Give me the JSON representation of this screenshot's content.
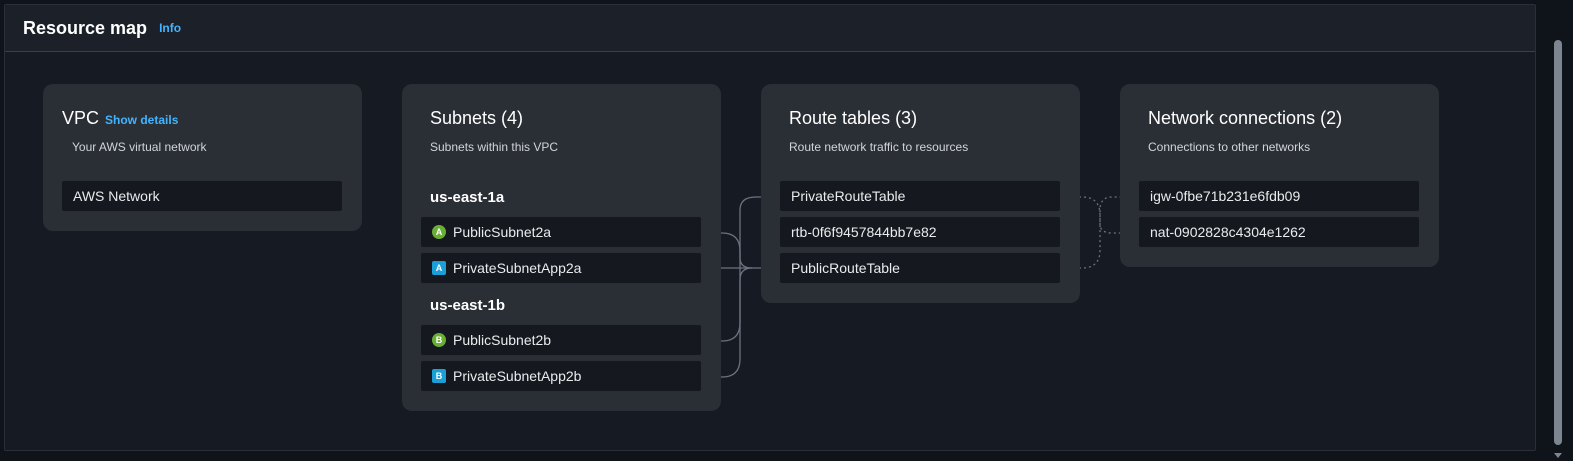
{
  "header": {
    "title": "Resource map",
    "info": "Info"
  },
  "vpc": {
    "title": "VPC",
    "show_details": "Show details",
    "description": "Your AWS virtual network",
    "items": [
      "AWS Network"
    ]
  },
  "subnets": {
    "title": "Subnets (4)",
    "description": "Subnets within this VPC",
    "zones": [
      {
        "name": "us-east-1a",
        "items": [
          {
            "badge": "A",
            "type": "public",
            "label": "PublicSubnet2a"
          },
          {
            "badge": "A",
            "type": "private",
            "label": "PrivateSubnetApp2a"
          }
        ]
      },
      {
        "name": "us-east-1b",
        "items": [
          {
            "badge": "B",
            "type": "public",
            "label": "PublicSubnet2b"
          },
          {
            "badge": "B",
            "type": "private",
            "label": "PrivateSubnetApp2b"
          }
        ]
      }
    ]
  },
  "route_tables": {
    "title": "Route tables (3)",
    "description": "Route network traffic to resources",
    "items": [
      "PrivateRouteTable",
      "rtb-0f6f9457844bb7e82",
      "PublicRouteTable"
    ]
  },
  "network_connections": {
    "title": "Network connections (2)",
    "description": "Connections to other networks",
    "items": [
      "igw-0fbe71b231e6fdb09",
      "nat-0902828c4304e1262"
    ]
  },
  "colors": {
    "public_badge": "#6aaf35",
    "private_badge": "#1a9fd6",
    "link": "#42b4ff"
  }
}
